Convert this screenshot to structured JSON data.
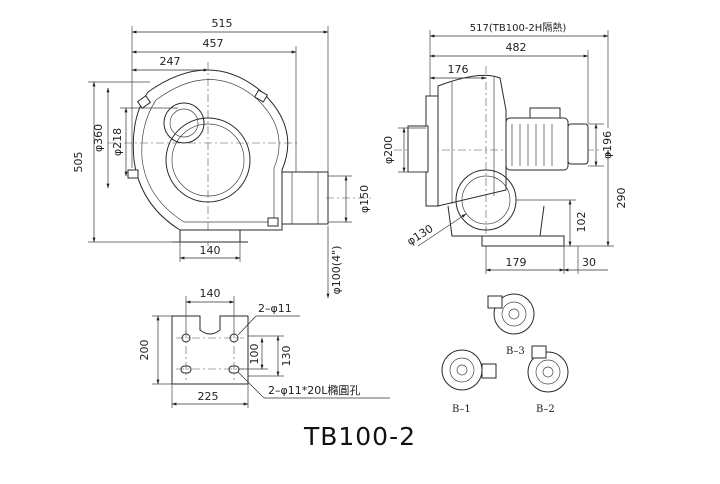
{
  "diagram": {
    "title": "TB100-2",
    "front_view": {
      "dim_total_width": "515",
      "dim_width_457": "457",
      "dim_width_247": "247",
      "dim_height_505": "505",
      "dim_dia_360": "φ360",
      "dim_dia_218": "φ218",
      "dim_outlet_150": "φ150",
      "dim_base_140": "140",
      "dim_outlet_pipe": "φ100(4\")"
    },
    "side_view": {
      "dim_total_insulated": "517(TB100-2H隔熱)",
      "dim_width_482": "482",
      "dim_width_176": "176",
      "dim_dia_200": "φ200",
      "dim_dia_196": "φ196",
      "dim_height_290": "290",
      "dim_height_102": "102",
      "dim_dia_130": "φ130",
      "dim_base_179": "179",
      "dim_base_30": "30"
    },
    "base_plate": {
      "dim_width_140": "140",
      "dim_holes_top": "2–φ11",
      "dim_height_200": "200",
      "dim_height_100": "100",
      "dim_height_130": "130",
      "dim_width_225": "225",
      "dim_holes_bottom": "2–φ11*20L橢圓孔"
    },
    "orientations": {
      "b1": "B–1",
      "b2": "B–2",
      "b3": "B–3"
    }
  }
}
